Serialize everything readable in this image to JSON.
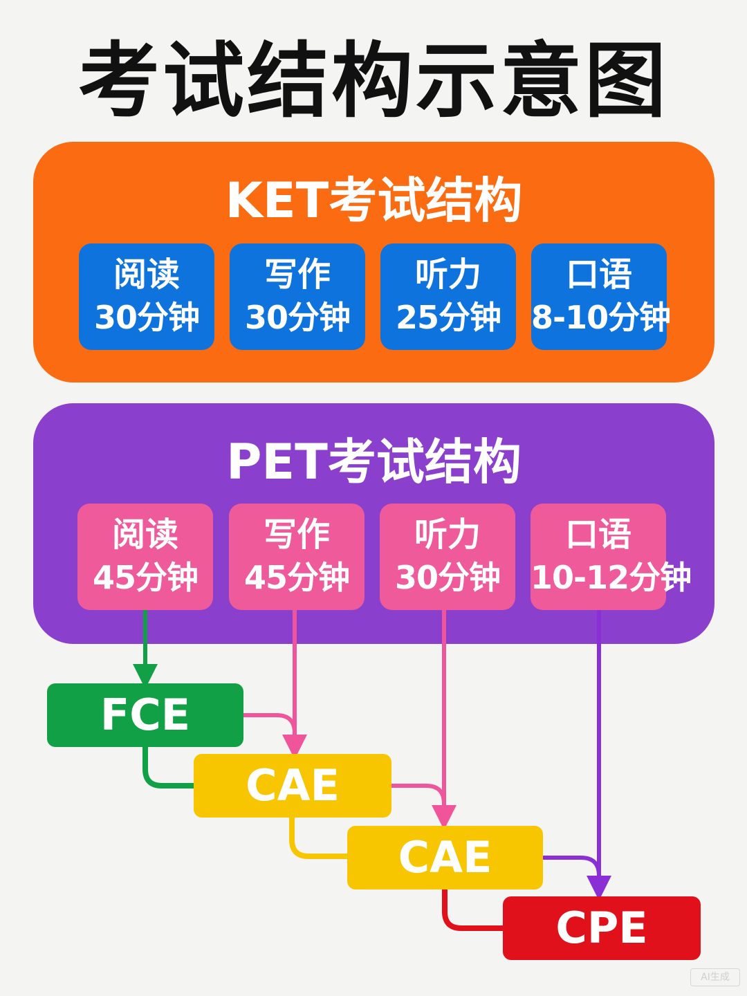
{
  "title": "考试结构示意图",
  "ket": {
    "title": "KET考试结构",
    "items": [
      {
        "name": "阅读",
        "time": "30分钟"
      },
      {
        "name": "写作",
        "time": "30分钟"
      },
      {
        "name": "听力",
        "time": "25分钟"
      },
      {
        "name": "口语",
        "time": "8-10分钟"
      }
    ]
  },
  "pet": {
    "title": "PET考试结构",
    "items": [
      {
        "name": "阅读",
        "time": "45分钟"
      },
      {
        "name": "写作",
        "time": "45分钟"
      },
      {
        "name": "听力",
        "time": "30分钟"
      },
      {
        "name": "口语",
        "time": "10-12分钟"
      }
    ]
  },
  "levels": [
    {
      "label": "FCE",
      "color": "#12a046"
    },
    {
      "label": "CAE",
      "color": "#f7c600"
    },
    {
      "label": "CAE",
      "color": "#f7c600"
    },
    {
      "label": "CPE",
      "color": "#e0111a"
    }
  ],
  "colors": {
    "ket_panel": "#fb6c12",
    "ket_card": "#0f73de",
    "pet_panel": "#8a3fcd",
    "pet_card": "#ef5a9b",
    "arrow_green": "#12a046",
    "arrow_pink": "#f0559c",
    "arrow_purple": "#8a2fd6",
    "connector_yellow": "#f7c600",
    "connector_red": "#e0111a"
  },
  "watermark": "AI生成"
}
